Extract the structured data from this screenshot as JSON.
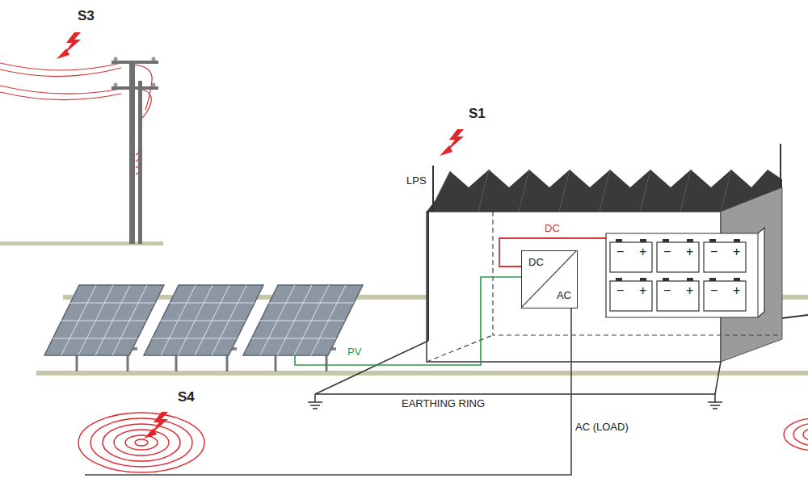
{
  "diagram": {
    "nodes": [
      {
        "text": [
          "DC",
          "AC"
        ]
      }
    ],
    "labels": [
      "S3",
      "S1",
      "LPS",
      "DC",
      "PV",
      "S4",
      "EARTHING RING",
      "AC (LOAD)",
      "−",
      "+",
      "−",
      "+",
      "−",
      "+",
      "−",
      "+",
      "−",
      "+",
      "−",
      "+"
    ]
  }
}
